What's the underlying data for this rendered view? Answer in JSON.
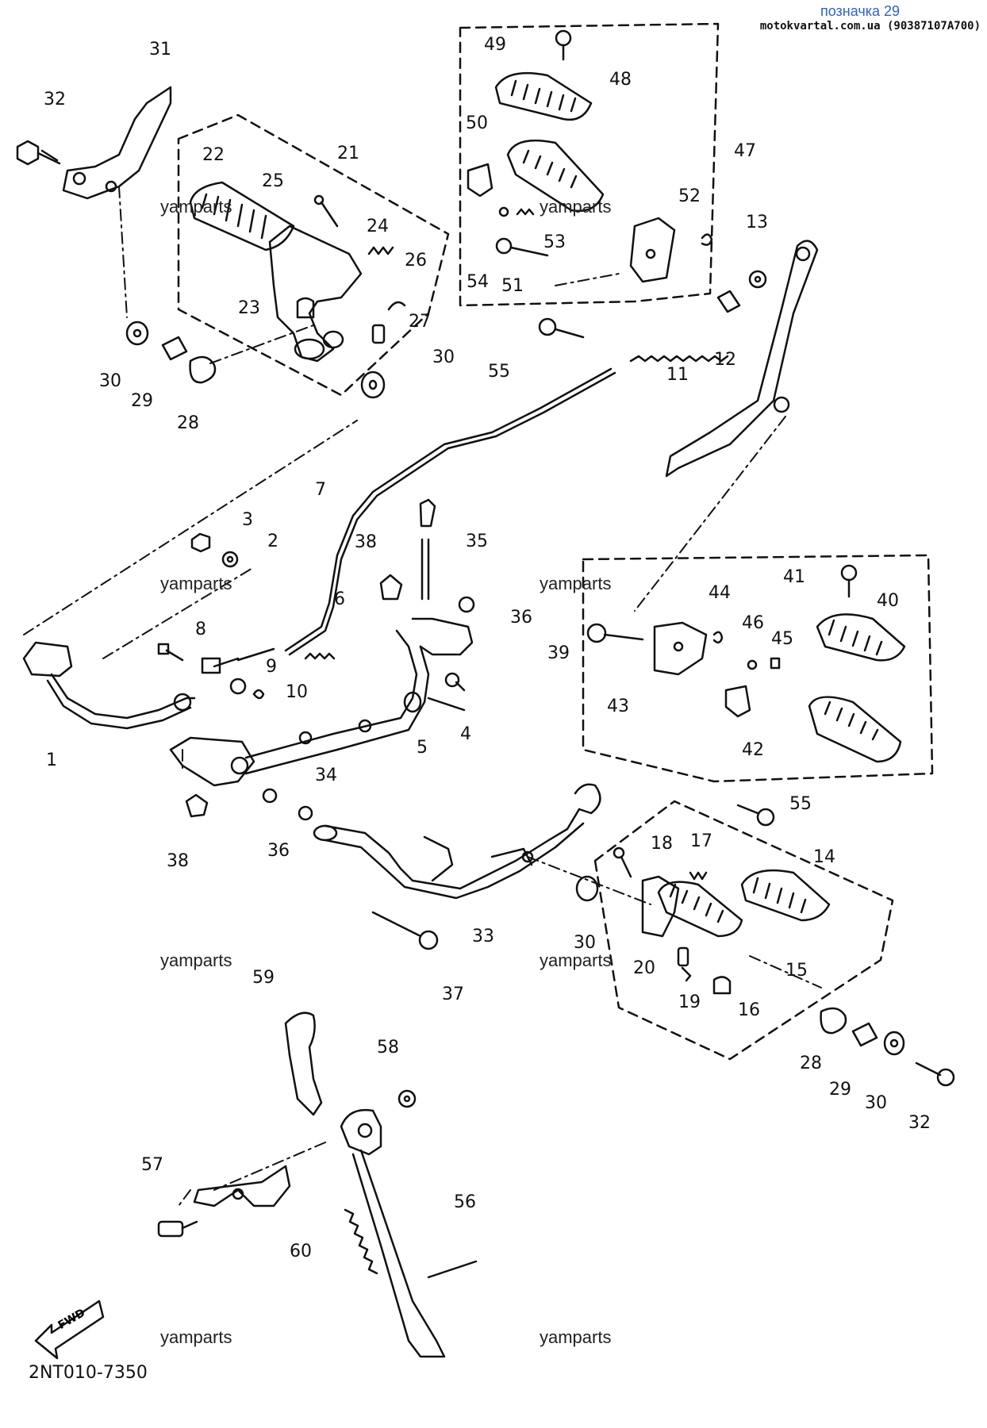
{
  "header": {
    "title": "позначка 29",
    "subtitle": "motokvartal.com.ua (90387107A700)"
  },
  "watermark": "yamparts",
  "drawing_code": "2NT010-7350",
  "fwd_label": "FWD",
  "callouts": {
    "p1": "1",
    "p2": "2",
    "p3": "3",
    "p4": "4",
    "p5": "5",
    "p6": "6",
    "p7": "7",
    "p8": "8",
    "p9": "9",
    "p10": "10",
    "p11": "11",
    "p12": "12",
    "p13": "13",
    "p14": "14",
    "p15": "15",
    "p16": "16",
    "p17": "17",
    "p18": "18",
    "p19": "19",
    "p20": "20",
    "p21": "21",
    "p22": "22",
    "p23": "23",
    "p24": "24",
    "p25": "25",
    "p26": "26",
    "p27": "27",
    "p28a": "28",
    "p28b": "28",
    "p29a": "29",
    "p29b": "29",
    "p30a": "30",
    "p30b": "30",
    "p30c": "30",
    "p30d": "30",
    "p31": "31",
    "p32a": "32",
    "p32b": "32",
    "p33": "33",
    "p34": "34",
    "p35": "35",
    "p36a": "36",
    "p36b": "36",
    "p37": "37",
    "p38a": "38",
    "p38b": "38",
    "p39": "39",
    "p40": "40",
    "p41": "41",
    "p42": "42",
    "p43": "43",
    "p44": "44",
    "p45": "45",
    "p46": "46",
    "p47": "47",
    "p48": "48",
    "p49": "49",
    "p50": "50",
    "p51": "51",
    "p52": "52",
    "p53": "53",
    "p54": "54",
    "p55a": "55",
    "p55b": "55",
    "p56": "56",
    "p57": "57",
    "p58": "58",
    "p59": "59",
    "p60": "60"
  }
}
